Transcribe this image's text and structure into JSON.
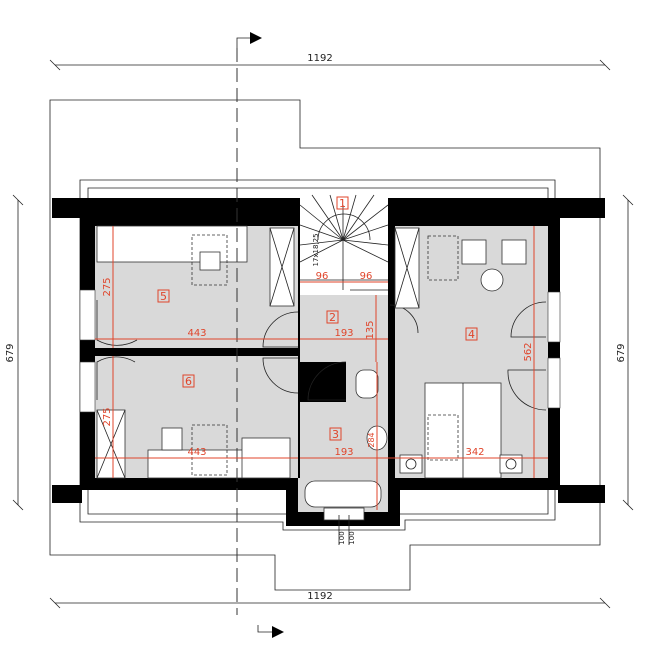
{
  "plan": {
    "overall_width": "1192",
    "overall_depth": "679",
    "rooms": [
      {
        "number": "1"
      },
      {
        "number": "2"
      },
      {
        "number": "3"
      },
      {
        "number": "4"
      },
      {
        "number": "5"
      },
      {
        "number": "6"
      }
    ],
    "dimensions": {
      "stair_left": "96",
      "stair_right": "96",
      "stair_steps": "17x18,25",
      "room5_width": "443",
      "room5_depth": "275",
      "room6_width": "443",
      "room6_depth": "275",
      "hall_width": "193",
      "hall_depth": "135",
      "bath_width": "193",
      "bath_depth": "284",
      "room4_width": "342",
      "room4_depth": "562",
      "bay_left": "100",
      "bay_right": "100"
    },
    "colors": {
      "dimension_accent": "#e0452b",
      "room_fill": "#d9d9d9",
      "wall": "#000000"
    }
  }
}
